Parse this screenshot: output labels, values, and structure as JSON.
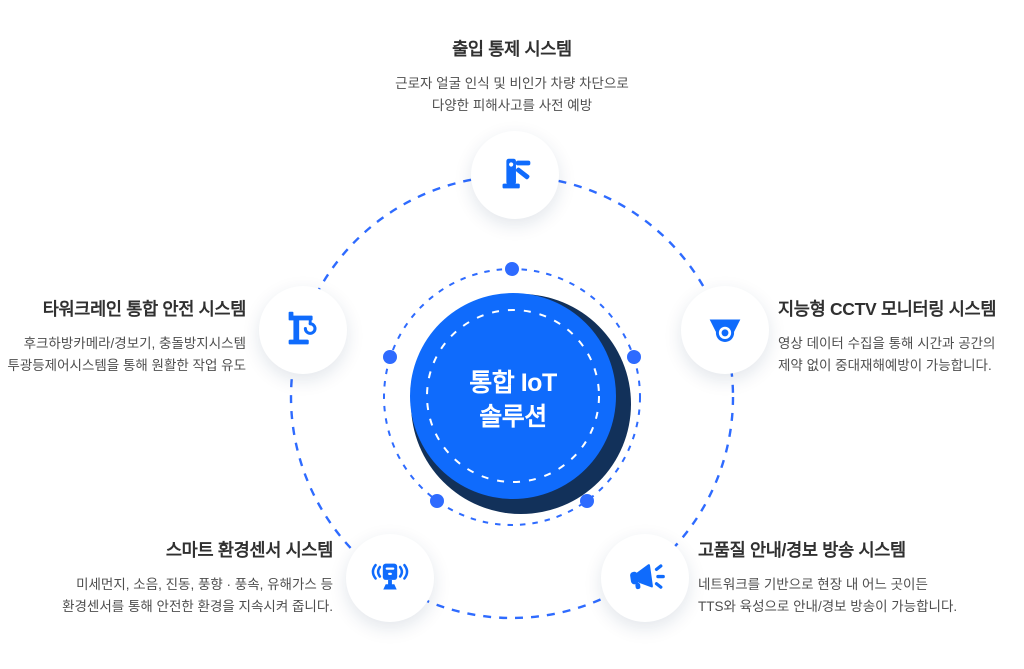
{
  "diagram": {
    "center": {
      "title_line1": "통합 IoT",
      "title_line2": "솔루션"
    },
    "nodes": [
      {
        "id": "access-control",
        "icon": "gate-barrier-icon",
        "title": "출입 통제 시스템",
        "desc1": "근로자 얼굴 인식 및 비인가 차량 차단으로",
        "desc2": "다양한 피해사고를 사전 예방"
      },
      {
        "id": "tower-crane-safety",
        "icon": "tower-crane-icon",
        "title": "타워크레인 통합 안전 시스템",
        "desc1": "후크하방카메라/경보기, 충돌방지시스템",
        "desc2": "투광등제어시스템을 통해 원활한 작업 유도"
      },
      {
        "id": "cctv-monitoring",
        "icon": "cctv-camera-icon",
        "title": "지능형 CCTV 모니터링 시스템",
        "desc1": "영상 데이터 수집을 통해 시간과 공간의",
        "desc2": "제약 없이 중대재해예방이 가능합니다."
      },
      {
        "id": "smart-env-sensor",
        "icon": "environment-sensor-icon",
        "title": "스마트 환경센서 시스템",
        "desc1": "미세먼지, 소음, 진동, 풍향 · 풍속, 유해가스 등",
        "desc2": "환경센서를 통해 안전한 환경을 지속시켜 줍니다."
      },
      {
        "id": "broadcast-system",
        "icon": "megaphone-icon",
        "title": "고품질 안내/경보 방송 시스템",
        "desc1": "네트워크를 기반으로 현장 내 어느 곳이든",
        "desc2": "TTS와 육성으로 안내/경보 방송이 가능합니다."
      }
    ],
    "colors": {
      "primary_blue": "#0F6BFC",
      "navy_shadow": "#12315A",
      "orbit_blue": "#2E6BFF",
      "icon_circle_bg": "#FFFFFF",
      "title_text": "#303030",
      "desc_text": "#4E4E4E"
    }
  }
}
